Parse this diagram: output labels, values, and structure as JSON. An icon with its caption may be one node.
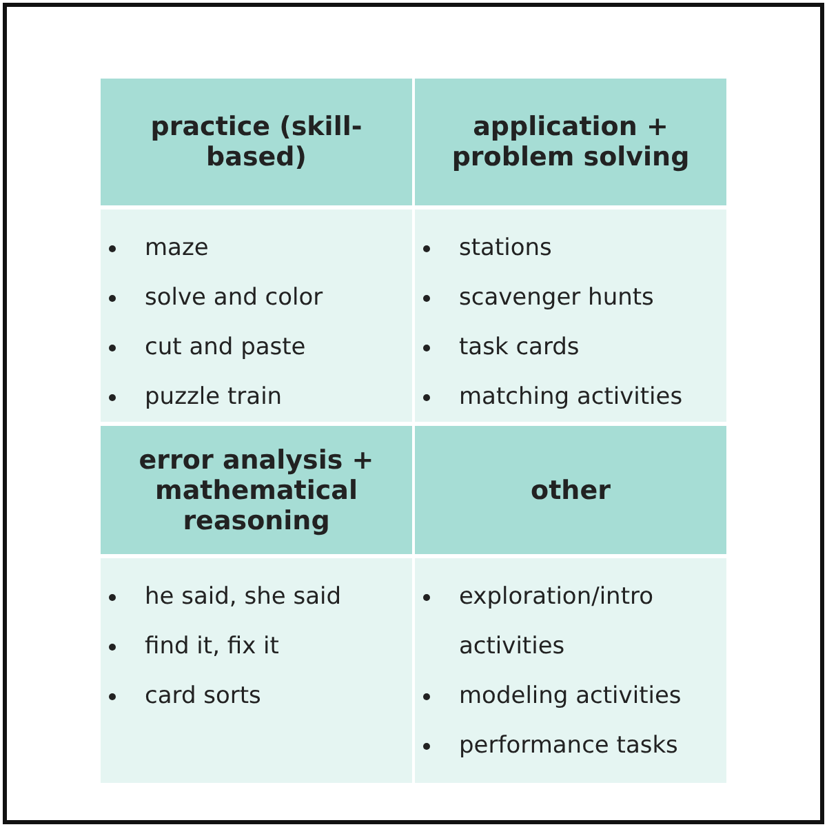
{
  "diagram": {
    "labels": [
      "practice (skill-based)",
      "application + problem solving",
      "maze",
      "solve and color",
      "cut and paste",
      "puzzle train",
      "stations",
      "scavenger hunts",
      "task cards",
      "matching activities",
      "error analysis + mathematical reasoning",
      "other",
      "he said, she said",
      "find it, fix it",
      "card sorts",
      "exploration/intro activities",
      "modeling activities",
      "performance tasks"
    ]
  }
}
